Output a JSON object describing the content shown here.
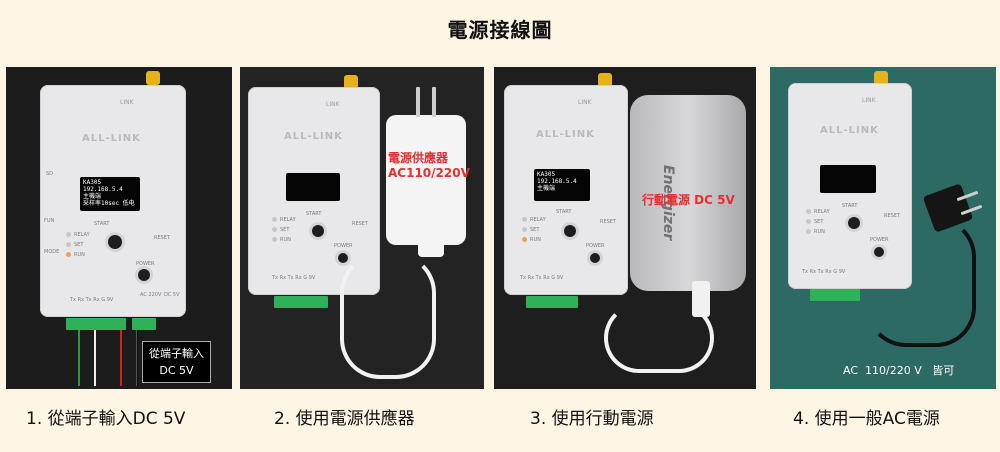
{
  "title": "電源接線圖",
  "device": {
    "brand": "ALL-LINK",
    "logo_text": "LINK",
    "screen_lines": [
      "KA305",
      "192.168.5.4",
      "主機端",
      "采样率10sec 低电"
    ],
    "labels": {
      "sd": "SD",
      "fun": "FUN",
      "mode": "MODE",
      "relay": "RELAY",
      "set": "SET",
      "run": "RUN",
      "start": "START",
      "reset": "RESET",
      "power": "POWER",
      "pins": "Tx Rx Tx Rx G 9V",
      "ac": "AC 220V",
      "dc": "DC 5V"
    }
  },
  "panels": [
    {
      "caption": "1. 從端子輸入DC 5V",
      "overlay_lines": [
        "從端子輸入",
        "DC 5V"
      ]
    },
    {
      "caption": "2. 使用電源供應器",
      "overlay_lines": [
        "電源供應器",
        "AC110/220V"
      ]
    },
    {
      "caption": "3.  使用行動電源",
      "overlay_text": "行動電源 DC 5V",
      "bank_brand": "Energizer"
    },
    {
      "caption": "4. 使用一般AC電源",
      "overlay_text": "AC  110/220 V   皆可"
    }
  ],
  "colors": {
    "background": "#fdf5e4",
    "overlay_red": "#e3302f",
    "antenna": "#e5b21b",
    "terminal": "#2fb15a",
    "panel4_bg": "#2c6a63"
  }
}
